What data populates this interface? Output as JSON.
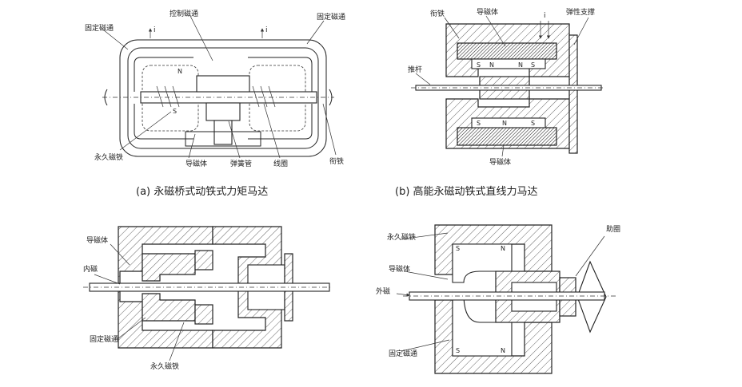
{
  "labels": {
    "a_fixed_flux_left": "固定磁通",
    "a_control_flux": "控制磁通",
    "a_fixed_flux_right": "固定磁通",
    "a_current_left": "i",
    "a_current_right": "i",
    "a_n": "N",
    "a_s": "S",
    "a_permanent_magnet": "永久磁铁",
    "a_magnetic_conductor": "导磁体",
    "a_spring_tube": "弹簧管",
    "a_coil": "线圈",
    "a_armature": "衔铁",
    "b_armature": "衔铁",
    "b_magnetic_conductor_top": "导磁体",
    "b_current": "i",
    "b_elastic_support": "弹性支撑",
    "b_push_rod": "推杆",
    "b_magnetic_conductor_bottom": "导磁体",
    "c_magnetic_conductor": "导磁体",
    "c_inner_magnet": "内磁",
    "c_fixed_flux": "固定磁通",
    "c_permanent_magnet": "永久磁铁",
    "d_permanent_magnet": "永久磁铁",
    "d_helper_ring": "助圈",
    "d_magnetic_conductor": "导磁体",
    "d_outer_magnet": "外磁",
    "d_fixed_flux": "固定磁通"
  },
  "captions": {
    "a": "(a) 永磁桥式动铁式力矩马达",
    "b": "(b) 高能永磁动铁式直线力马达"
  }
}
